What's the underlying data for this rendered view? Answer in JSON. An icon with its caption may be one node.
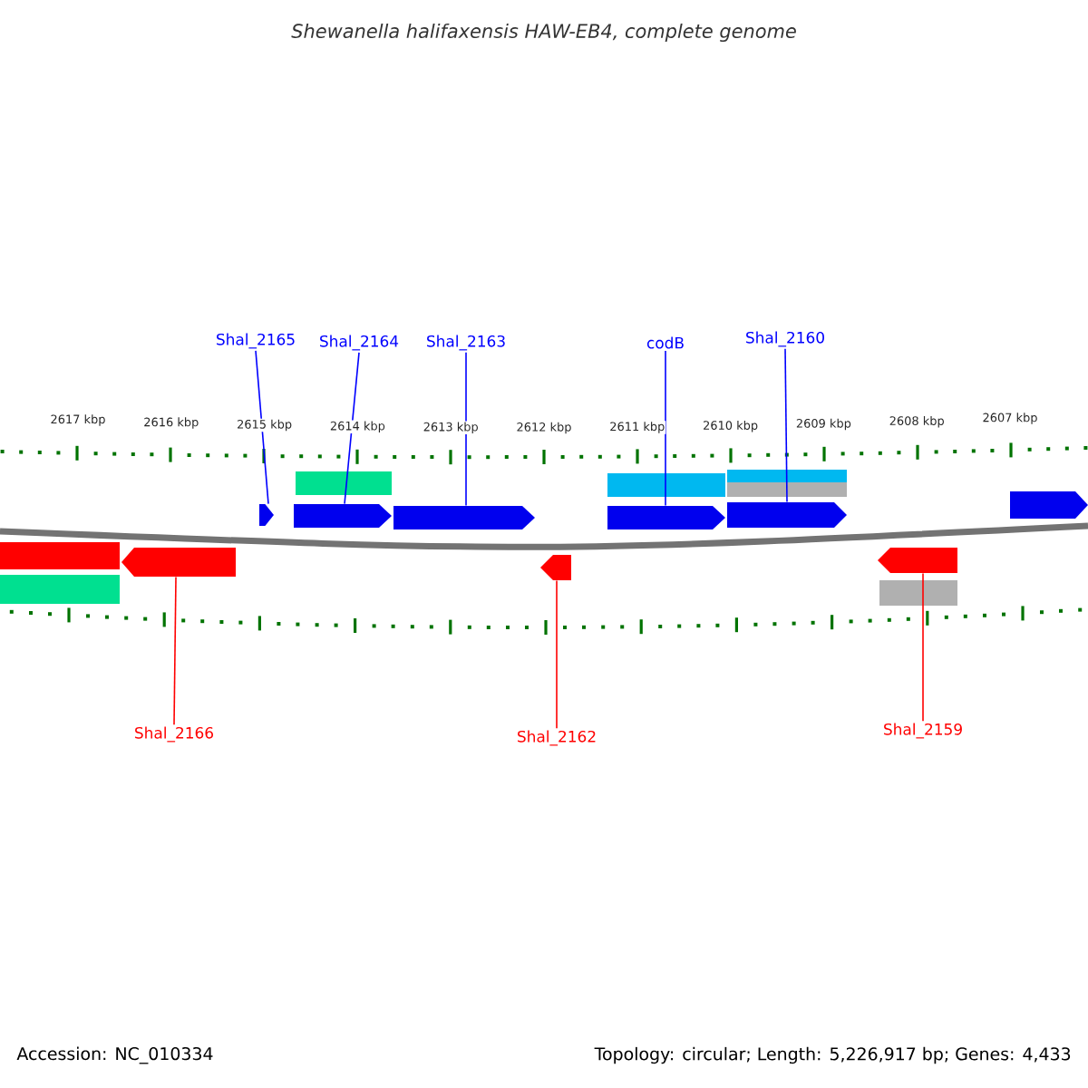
{
  "diagram": {
    "title": "Shewanella halifaxensis HAW-EB4, complete genome",
    "nodes": [
      {
        "text": [
          "Shal_2165"
        ]
      },
      {
        "text": [
          "Shal_2164"
        ]
      },
      {
        "text": [
          "Shal_2163"
        ]
      },
      {
        "text": [
          "codB"
        ]
      },
      {
        "text": [
          "Shal_2160"
        ]
      },
      {
        "text": [
          "Shal_2166"
        ]
      },
      {
        "text": [
          "Shal_2162"
        ]
      },
      {
        "text": [
          "Shal_2159"
        ]
      },
      {
        "text": [],
        "shape": "box"
      },
      {
        "text": [],
        "shape": "pentagon"
      },
      {
        "text": [],
        "shape": "pentagon"
      },
      {
        "text": [],
        "shape": "pentagon"
      },
      {
        "text": [],
        "shape": "pentagon"
      },
      {
        "text": [],
        "shape": "pentagon"
      },
      {
        "text": [],
        "shape": "pentagon"
      },
      {
        "text": [],
        "shape": "pentagon"
      },
      {
        "text": [],
        "shape": "pentagon"
      },
      {
        "text": [],
        "shape": "pentagon"
      }
    ],
    "edges": [
      {
        "from": 0,
        "to": 10,
        "arrow": "none"
      },
      {
        "from": 1,
        "to": 11,
        "arrow": "none"
      },
      {
        "from": 2,
        "to": 12,
        "arrow": "none"
      },
      {
        "from": 3,
        "to": 14,
        "arrow": "none"
      },
      {
        "from": 4,
        "to": 15,
        "arrow": "none"
      },
      {
        "from": 5,
        "to": 9,
        "arrow": "none",
        "color": "#ff0000"
      },
      {
        "from": 6,
        "to": 13,
        "arrow": "none",
        "color": "#ff0000"
      },
      {
        "from": 7,
        "to": 16,
        "arrow": "none",
        "color": "#ff0000"
      }
    ],
    "labels": [
      "2617 kbp",
      "2616 kbp",
      "2615 kbp",
      "2614 kbp",
      "2613 kbp",
      "2612 kbp",
      "2611 kbp",
      "2610 kbp",
      "2609 kbp",
      "2608 kbp",
      "2607 kbp",
      "Accession: NC_010334",
      "Topology: circular; Length: 5,226,917 bp; Genes: 4,433"
    ]
  }
}
